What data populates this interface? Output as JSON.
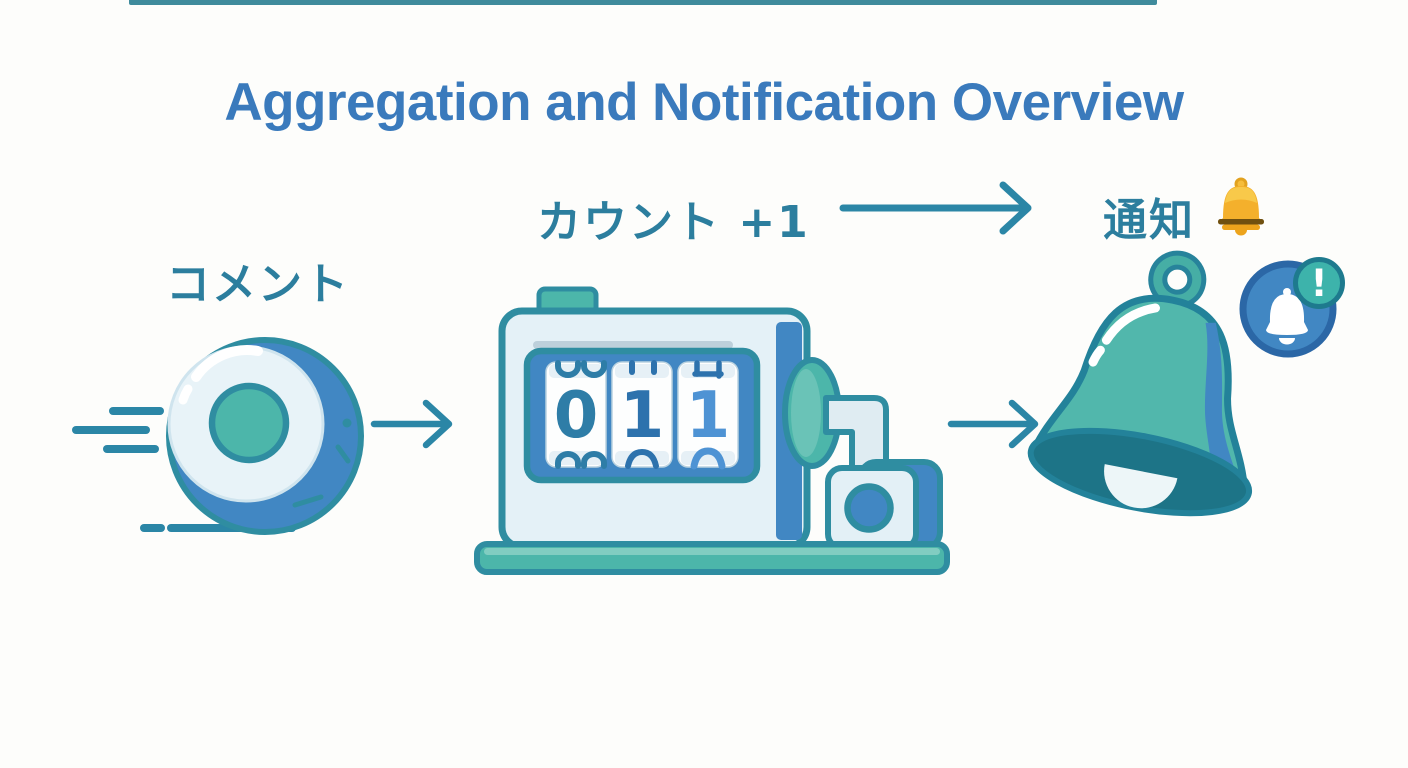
{
  "page": {
    "background": "#fdfdfb",
    "top_bar_color": "#2a7e91"
  },
  "title": {
    "text": "Aggregation and Notification Overview",
    "color": "#3a7abc"
  },
  "flow": {
    "step1_label": "コメント",
    "step2_label": "カウント +1",
    "step3_label": "通知",
    "arrow_color": "#2b86a6",
    "label_color": "#2c7e9e"
  },
  "counter": {
    "digits": [
      "0",
      "1",
      "1"
    ],
    "value": "011"
  },
  "notification": {
    "badge_exclamation": "!"
  },
  "palette": {
    "outline_teal": "#2f8da1",
    "teal_fill": "#4cb6aa",
    "blue_fill": "#4187c3",
    "light_fill": "#e3f0f6",
    "bell_outline": "#23829a",
    "bell_opening_dark": "#1d7487",
    "badge_border_blue": "#2b67a6",
    "alert_teal": "#3db3ab",
    "emoji_gold": "#f4b02c",
    "emoji_gold_dark": "#70500f"
  },
  "icons": {
    "step3_emoji": "bell-emoji",
    "badge": "notification-bell-badge",
    "alert": "exclamation-alert",
    "motion": "speed-lines"
  }
}
